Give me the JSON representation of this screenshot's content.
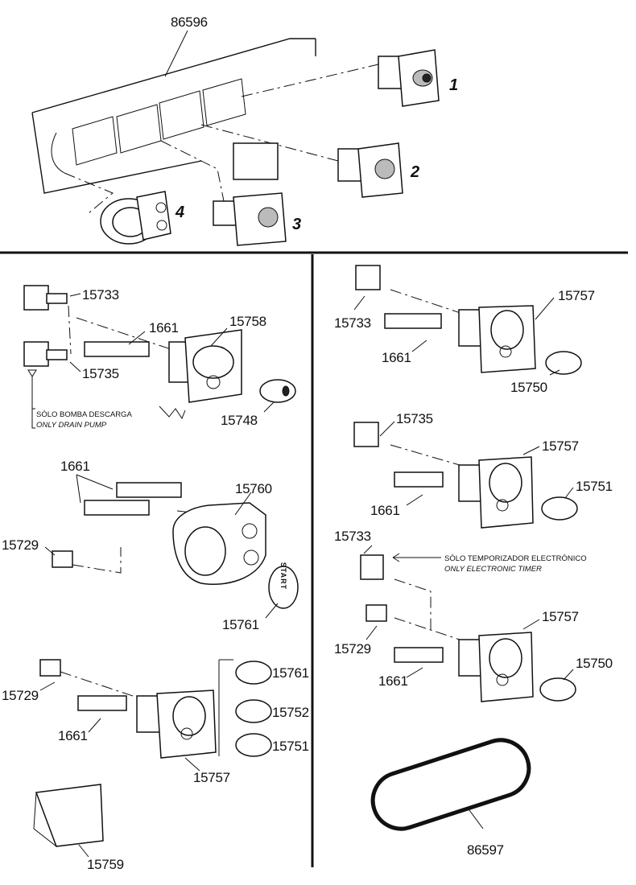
{
  "top_assembly": {
    "panel_part": "86596",
    "positions": [
      "1",
      "2",
      "3",
      "4"
    ]
  },
  "left_column": {
    "group_a": {
      "parts": [
        "15733",
        "15735",
        "1661",
        "15758",
        "15748"
      ],
      "note_es": "SÓLO BOMBA DESCARGA",
      "note_en": "ONLY DRAIN PUMP"
    },
    "group_b": {
      "parts": [
        "1661",
        "15760",
        "15729",
        "15761"
      ],
      "knob_text": "START"
    },
    "group_c": {
      "parts": [
        "15729",
        "1661",
        "15757",
        "15761",
        "15752",
        "15751"
      ]
    },
    "group_d": {
      "parts": [
        "15759"
      ]
    }
  },
  "right_column": {
    "group_a": {
      "parts": [
        "15733",
        "1661",
        "15757",
        "15750"
      ]
    },
    "group_b": {
      "parts": [
        "15735",
        "15757",
        "1661",
        "15751"
      ]
    },
    "group_c": {
      "parts": [
        "15733",
        "15729",
        "15757",
        "1661",
        "15750"
      ],
      "note_es": "SÓLO TEMPORIZADOR ELECTRÓNICO",
      "note_en": "ONLY ELECTRONIC TIMER"
    },
    "belt": {
      "parts": [
        "86597"
      ]
    }
  }
}
